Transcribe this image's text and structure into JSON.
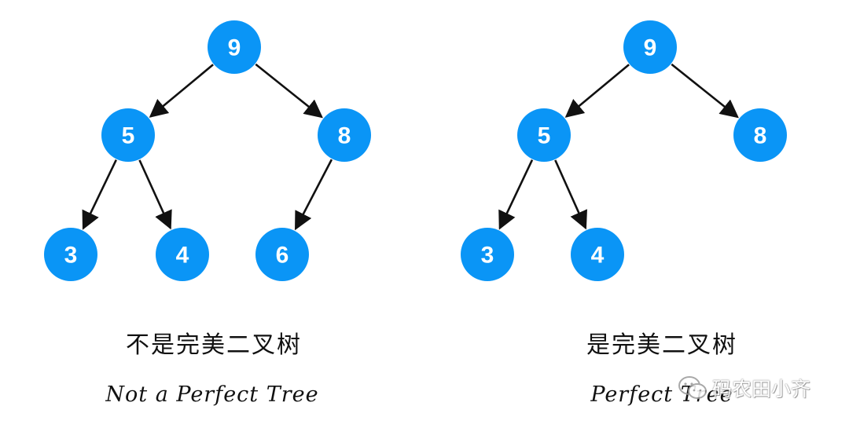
{
  "colors": {
    "node_fill": "#0a95f6",
    "node_text": "#ffffff",
    "edge": "#111111"
  },
  "trees": [
    {
      "id": "left-tree",
      "nodes": [
        {
          "id": "n9",
          "label": "9"
        },
        {
          "id": "n5",
          "label": "5"
        },
        {
          "id": "n8",
          "label": "8"
        },
        {
          "id": "n3",
          "label": "3"
        },
        {
          "id": "n4",
          "label": "4"
        },
        {
          "id": "n6",
          "label": "6"
        }
      ],
      "edges": [
        {
          "from": "n9",
          "to": "n5"
        },
        {
          "from": "n9",
          "to": "n8"
        },
        {
          "from": "n5",
          "to": "n3"
        },
        {
          "from": "n5",
          "to": "n4"
        },
        {
          "from": "n8",
          "to": "n6"
        }
      ],
      "caption_zh": "不是完美二叉树",
      "caption_en": "Not a Perfect Tree"
    },
    {
      "id": "right-tree",
      "nodes": [
        {
          "id": "n9",
          "label": "9"
        },
        {
          "id": "n5",
          "label": "5"
        },
        {
          "id": "n8",
          "label": "8"
        },
        {
          "id": "n3",
          "label": "3"
        },
        {
          "id": "n4",
          "label": "4"
        }
      ],
      "edges": [
        {
          "from": "n9",
          "to": "n5"
        },
        {
          "from": "n9",
          "to": "n8"
        },
        {
          "from": "n5",
          "to": "n3"
        },
        {
          "from": "n5",
          "to": "n4"
        }
      ],
      "caption_zh": "是完美二叉树",
      "caption_en": "Perfect Tree"
    }
  ],
  "watermark": {
    "text": "码农田小齐",
    "icon": "wechat-icon"
  }
}
